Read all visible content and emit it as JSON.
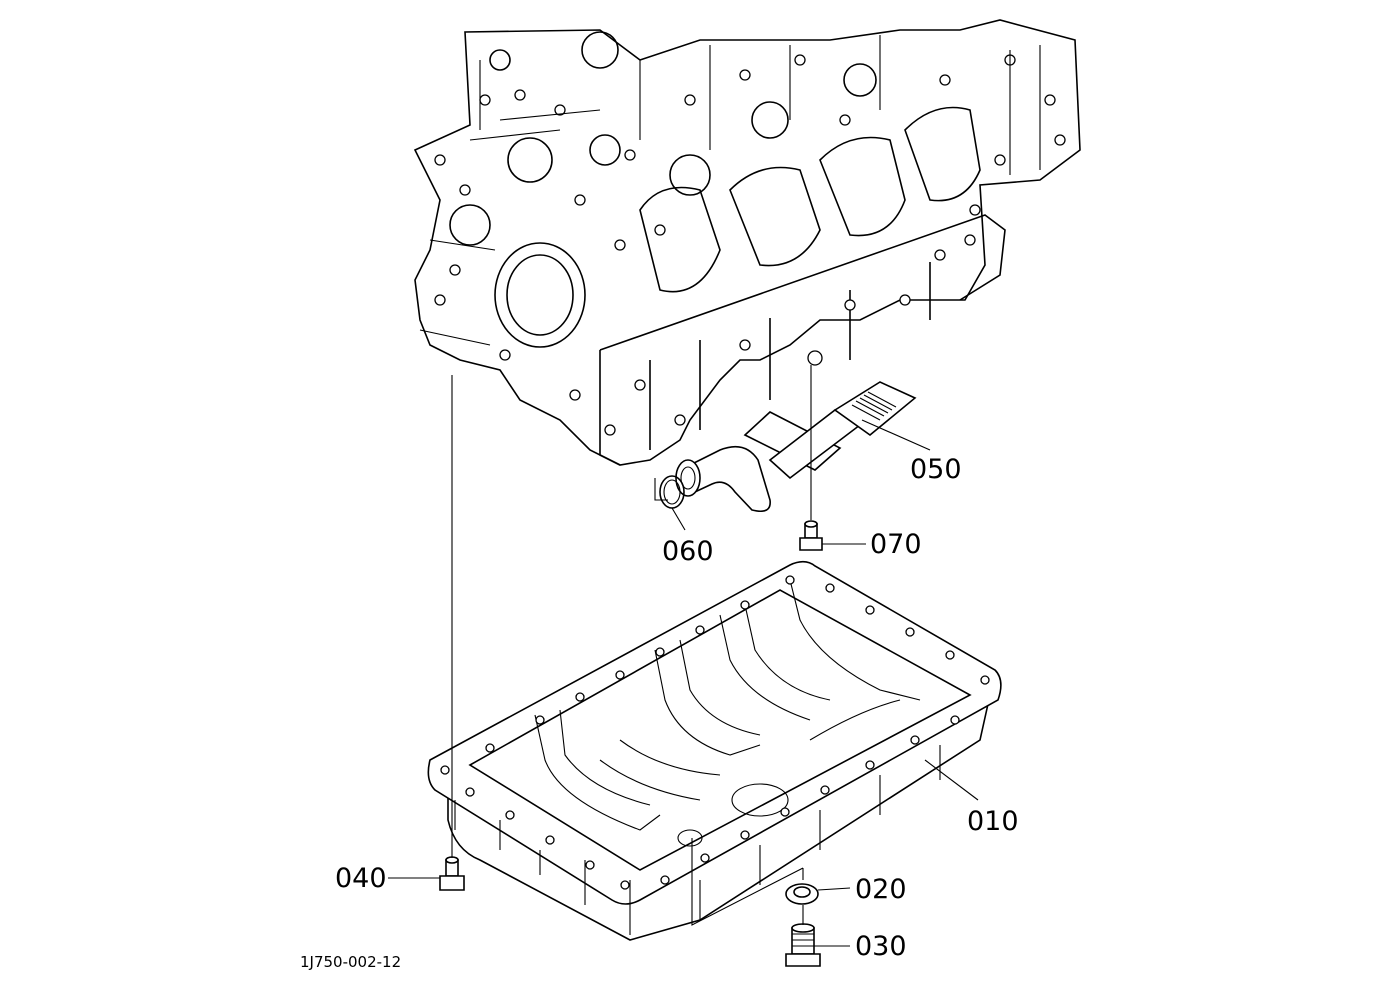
{
  "diagram": {
    "reference_code": "1J750-002-12",
    "callouts": [
      {
        "id": "050",
        "label": "050"
      },
      {
        "id": "060",
        "label": "060"
      },
      {
        "id": "070",
        "label": "070"
      },
      {
        "id": "010",
        "label": "010"
      },
      {
        "id": "040",
        "label": "040"
      },
      {
        "id": "020",
        "label": "020"
      },
      {
        "id": "030",
        "label": "030"
      }
    ]
  }
}
